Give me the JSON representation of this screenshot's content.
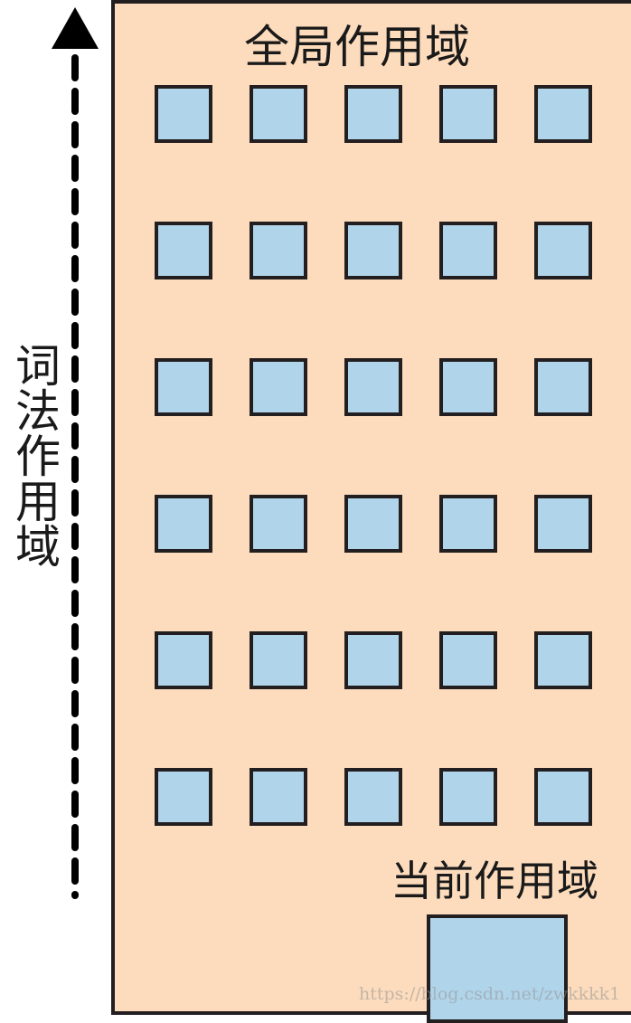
{
  "global_scope": {
    "label": "全局作用域",
    "rows": [
      [
        "window",
        "window",
        "window",
        "window",
        "window"
      ],
      [
        "window",
        "window",
        "window",
        "window",
        "window"
      ],
      [
        "window",
        "window",
        "window",
        "window",
        "window"
      ],
      [
        "window",
        "window",
        "window",
        "window",
        "window"
      ],
      [
        "window",
        "window",
        "window",
        "window",
        "window"
      ],
      [
        "window",
        "window",
        "window",
        "window",
        "window"
      ]
    ]
  },
  "current_scope": {
    "label": "当前作用域"
  },
  "lexical_scope": {
    "label": "词法作用域",
    "arrow_direction": "up"
  },
  "watermark": {
    "text": "https://blog.csdn.net/zwkkkk1"
  },
  "colors": {
    "building_fill": "#fddcbd",
    "window_fill": "#b0d4ea",
    "outline": "#231f20"
  }
}
